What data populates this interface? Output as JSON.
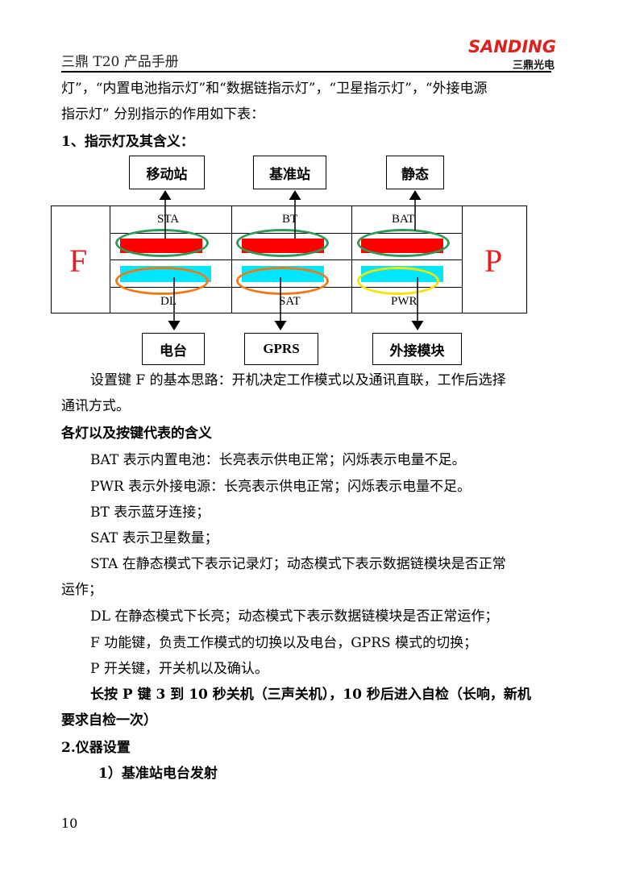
{
  "header": {
    "title": "三鼎 T20 产品手册",
    "logo_en": "SANDING",
    "logo_cn": "三鼎光电"
  },
  "paragraphs": {
    "p1_line1": "灯”，“内置电池指示灯”和“数据链指示灯”，“卫星指示灯”，“外接电源",
    "p1_line2": "指示灯” 分别指示的作用如下表：",
    "section1": "1、指示灯及其含义：",
    "p2_line1": "设置键 F 的基本思路：开机决定工作模式以及通讯直联，工作后选择",
    "p2_line2": "通讯方式。",
    "section_meaning": "各灯以及按键代表的含义",
    "bat": "BAT 表示内置电池：长亮表示供电正常；闪烁表示电量不足。",
    "pwr": "PWR 表示外接电源：长亮表示供电正常；闪烁表示电量不足。",
    "bt": "BT 表示蓝牙连接；",
    "sat": "SAT 表示卫星数量；",
    "sta_line1": "STA 在静态模式下表示记录灯；动态模式下表示数据链模块是否正常",
    "sta_line2": "运作；",
    "dl": "DL 在静态模式下长亮；动态模式下表示数据链模块是否正常运作；",
    "f": "F 功能键，负责工作模式的切换以及电台，GPRS 模式的切换；",
    "pkey": "P 开关键，开关机以及确认。",
    "longpress_line1": "长按 P 键 3 到 10 秒关机（三声关机），10 秒后进入自检（长响，新机",
    "longpress_line2": "要求自检一次）",
    "section2": "2.仪器设置",
    "sub1": "1）基准站电台发射"
  },
  "diagram": {
    "top_boxes": [
      "移动站",
      "基准站",
      "静态"
    ],
    "bottom_boxes": [
      "电台",
      "GPRS",
      "外接模块"
    ],
    "key_left": "F",
    "key_right": "P",
    "top_labels": [
      "STA",
      "BT",
      "BAT"
    ],
    "bottom_labels": [
      "DL",
      "SAT",
      "PWR"
    ],
    "colors": {
      "red_led": "#ff0000",
      "cyan_led": "#00e6ff",
      "green_ring": "#2e9a5a",
      "orange_ring": "#f07a12",
      "yellow_ring": "#f5e400",
      "key_letter": "#e0201e"
    }
  },
  "footer": {
    "page_number": "10"
  }
}
